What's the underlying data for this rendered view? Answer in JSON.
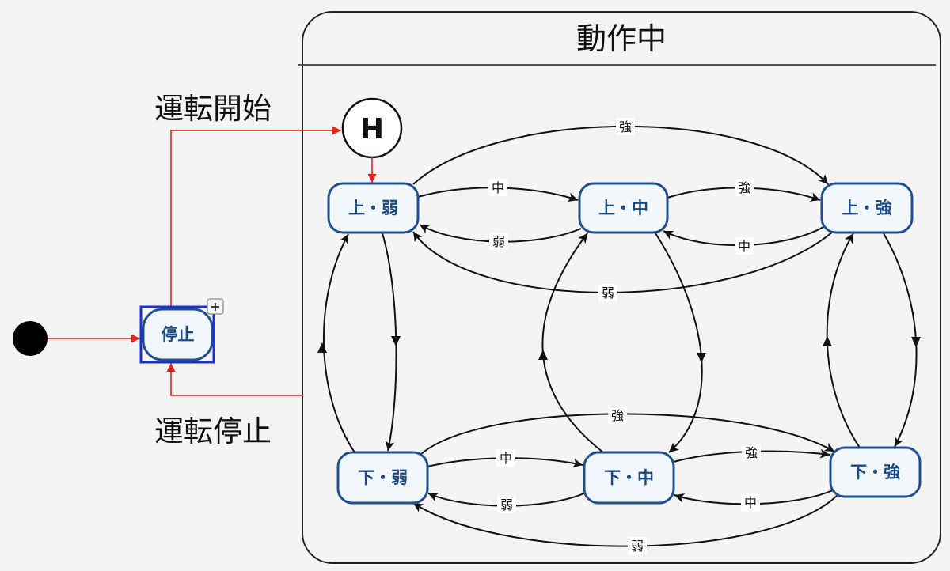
{
  "diagram": {
    "stop_state": {
      "label": "停止",
      "expand_button": "+"
    },
    "start_transition": {
      "label": "運転開始"
    },
    "stop_transition": {
      "label": "運転停止"
    },
    "composite_state": {
      "title": "動作中",
      "history": "H",
      "states": {
        "up_weak": "上・弱",
        "up_mid": "上・中",
        "up_strong": "上・強",
        "down_weak": "下・弱",
        "down_mid": "下・中",
        "down_strong": "下・強"
      },
      "transition_labels": {
        "up_weak_to_up_mid": "中",
        "up_mid_to_up_weak": "弱",
        "up_mid_to_up_strong": "強",
        "up_strong_to_up_mid": "中",
        "up_weak_to_up_strong": "強",
        "up_strong_to_up_weak": "弱",
        "down_weak_to_down_mid": "中",
        "down_mid_to_down_weak": "弱",
        "down_mid_to_down_strong": "強",
        "down_strong_to_down_mid": "中",
        "down_weak_to_down_strong": "強",
        "down_strong_to_down_weak": "弱"
      }
    }
  },
  "colors": {
    "background": "#f4f4f4",
    "state_border": "#1f4f91",
    "state_fill": "#f2f7fc",
    "state_text": "#1b4a86",
    "selection": "#1b2fd4",
    "control_transition": "#e3231c",
    "transition": "#111111"
  }
}
